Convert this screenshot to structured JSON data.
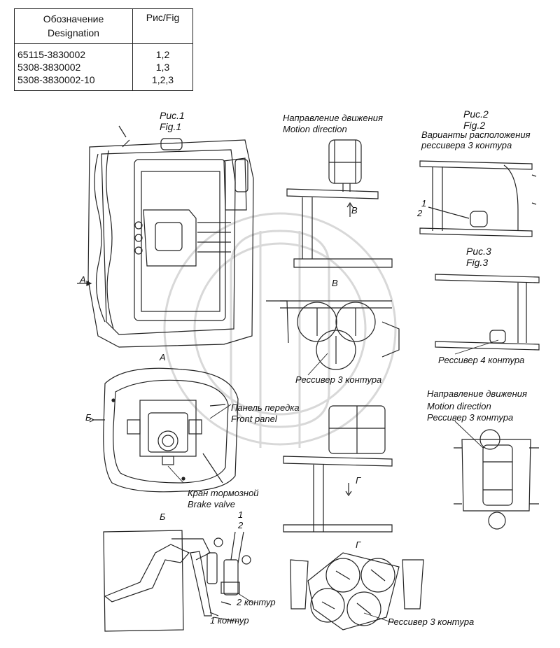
{
  "table": {
    "header_designation_ru": "Обозначение",
    "header_designation_en": "Designation",
    "header_fig": "Рис/Fig",
    "rows": [
      {
        "code": "65115-3830002",
        "figs": "1,2"
      },
      {
        "code": "5308-3830002",
        "figs": "1,3"
      },
      {
        "code": "5308-3830002-10",
        "figs": "1,2,3"
      }
    ]
  },
  "labels": {
    "fig1_ru": "Рис.1",
    "fig1_en": "Fig.1",
    "fig2_ru": "Рис.2",
    "fig2_en": "Fig.2",
    "fig3_ru": "Рис.3",
    "fig3_en": "Fig.3",
    "motion_ru": "Направление движения",
    "motion_en": "Motion direction",
    "variants_ru": "Варианты расположения",
    "variants_ru2": "рессивера 3 контура",
    "receiver3": "Рессивер 3 контура",
    "receiver4": "Рессивер 4 контура",
    "front_panel_ru": "Панель передка",
    "front_panel_en": "Front panel",
    "brake_valve_ru": "Кран тормозной",
    "brake_valve_en": "Brake valve",
    "circuit1": "1 контур",
    "circuit2": "2 контур",
    "view_a": "A",
    "view_b": "Б",
    "view_v": "B",
    "view_g": "Г",
    "num1": "1",
    "num2": "2"
  }
}
